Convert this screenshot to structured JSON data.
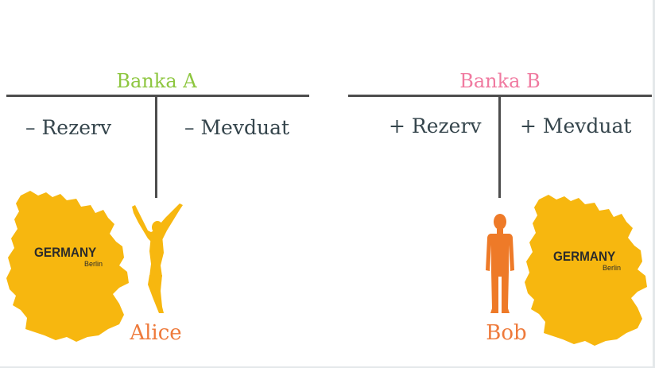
{
  "bank_a": {
    "title": "Banka A",
    "left_entry": "– Rezerv",
    "right_entry": "– Mevduat",
    "title_color": "#8dc63f"
  },
  "bank_b": {
    "title": "Banka B",
    "left_entry": "+ Rezerv",
    "right_entry": "+ Mevduat",
    "title_color": "#f07aa0"
  },
  "person_a": {
    "name": "Alice",
    "icon": "woman-raising-arms-icon",
    "color": "#f7b70f"
  },
  "person_b": {
    "name": "Bob",
    "icon": "standing-person-icon",
    "color": "#ee7a28"
  },
  "map_a": {
    "country": "GERMANY",
    "capital": "Berlin",
    "icon": "germany-map-icon",
    "color": "#f7b70f"
  },
  "map_b": {
    "country": "GERMANY",
    "capital": "Berlin",
    "icon": "germany-map-icon",
    "color": "#f7b70f"
  }
}
